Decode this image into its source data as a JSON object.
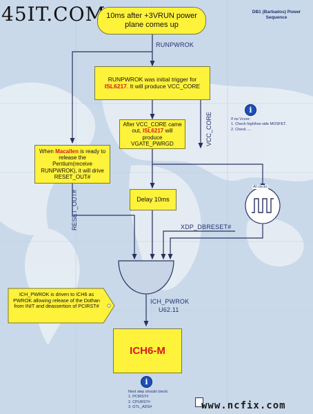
{
  "watermark_top": "45IT.COM",
  "watermark_bottom": "www.ncfix.com",
  "title": {
    "line1": "DB1 (Barbados) Power",
    "line2": "Sequence"
  },
  "start_node": "10ms after +3VRUN power plane comes up",
  "labels": {
    "runpwrok": "RUNPWROK",
    "vcc_core": "VCC_CORE",
    "reset_out": "RESET_OUT#",
    "xdp_dbreset": "XDP_DBRESET#",
    "ich_pwrok": "ICH_PWROK",
    "u62": "U62.11",
    "clock_badge": "All clocks"
  },
  "box_runpwrok": {
    "pre": "RUNPWROK was initial trigger for ",
    "hl": "ISL6217",
    "post": ". It will produce VCC_CORE"
  },
  "box_vgate": {
    "pre": "After VCC_CORE came out, ",
    "hl": "ISL6217",
    "post": " will produce VGATE_PWRGD"
  },
  "box_macallen": {
    "pre": "When ",
    "hl": "Macallen",
    "post": " is ready to release the Pentium(receive RUNPWROK), it will drive RESET_OUT#"
  },
  "box_delay": "Delay 10ms",
  "tag_note": "ICH_PWROK is driven to ICH6 as PWROK allowing release of the Dothan from INIT and deassertion of PCIRST#",
  "box_ich": "ICH6-M",
  "note_vcore": {
    "title": "If no Vcore:",
    "items": [
      "1. Check high/low side MOSFET.",
      "2. Check ...."
    ]
  },
  "note_next": {
    "title": "Next step should check:",
    "items": [
      "1. PCIRST#",
      "2. CPURST#",
      "3. GTL_ADS#"
    ]
  },
  "colors": {
    "box_fill": "#fff23a",
    "line": "#28305f",
    "highlight": "#d21a1a",
    "info": "#1d4fb8"
  }
}
